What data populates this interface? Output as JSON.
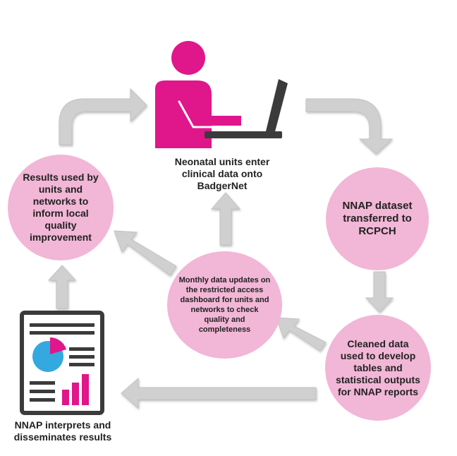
{
  "nodes": {
    "data_entry": "Neonatal units enter clinical data onto BadgerNet",
    "dataset_transfer": "NNAP dataset transferred to RCPCH",
    "cleaned_data": "Cleaned data used to develop tables and statistical outputs for NNAP reports",
    "interprets": "NNAP interprets and disseminates results",
    "results_used": "Results used by units and networks to inform local quality improvement",
    "monthly_updates": "Monthly data updates on the restricted access dashboard for units and networks to check quality and completeness"
  },
  "colors": {
    "circle_fill": "#f2b6d6",
    "accent_magenta": "#e0168b",
    "arrow_fill": "#cfcfcf",
    "icon_dark": "#3b3b3b",
    "chart_blue": "#33a9e0"
  },
  "icons": [
    "person-at-laptop-icon",
    "report-document-icon"
  ]
}
